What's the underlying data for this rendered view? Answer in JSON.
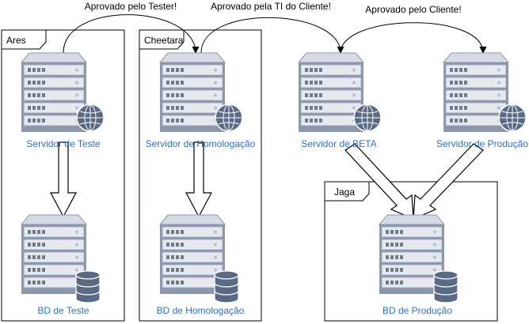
{
  "frames": [
    {
      "id": "ares",
      "label": "Ares"
    },
    {
      "id": "cheetara",
      "label": "Cheetara"
    },
    {
      "id": "jaga",
      "label": "Jaga"
    }
  ],
  "nodes": [
    {
      "id": "servidor-teste",
      "type": "web-server",
      "label": "Servidor de Teste"
    },
    {
      "id": "servidor-homologacao",
      "type": "web-server",
      "label": "Servidor de Homologação"
    },
    {
      "id": "servidor-beta",
      "type": "web-server",
      "label": "Servidor de BETA"
    },
    {
      "id": "servidor-producao",
      "type": "web-server",
      "label": "Servidor de Produção"
    },
    {
      "id": "bd-teste",
      "type": "database-server",
      "label": "BD de Teste"
    },
    {
      "id": "bd-homologacao",
      "type": "database-server",
      "label": "BD de Homologação"
    },
    {
      "id": "bd-producao",
      "type": "database-server",
      "label": "BD de Produção"
    }
  ],
  "edges": [
    {
      "from": "servidor-teste",
      "to": "servidor-homologacao",
      "style": "curved-arrow",
      "label": "Aprovado pelo Tester!"
    },
    {
      "from": "servidor-homologacao",
      "to": "servidor-beta",
      "style": "curved-arrow",
      "label": "Aprovado pela TI do Cliente!"
    },
    {
      "from": "servidor-beta",
      "to": "servidor-producao",
      "style": "curved-arrow",
      "label": "Aprovado pelo Cliente!"
    },
    {
      "from": "servidor-teste",
      "to": "bd-teste",
      "style": "block-arrow",
      "label": ""
    },
    {
      "from": "servidor-homologacao",
      "to": "bd-homologacao",
      "style": "block-arrow",
      "label": ""
    },
    {
      "from": "servidor-beta",
      "to": "bd-producao",
      "style": "block-arrow",
      "label": ""
    },
    {
      "from": "servidor-producao",
      "to": "bd-producao",
      "style": "block-arrow",
      "label": ""
    }
  ],
  "colors": {
    "node_label": "#2f6fb6",
    "server_body": "#8c97ab",
    "server_panel": "#e6e9ef",
    "badge": "#5a6a85"
  }
}
